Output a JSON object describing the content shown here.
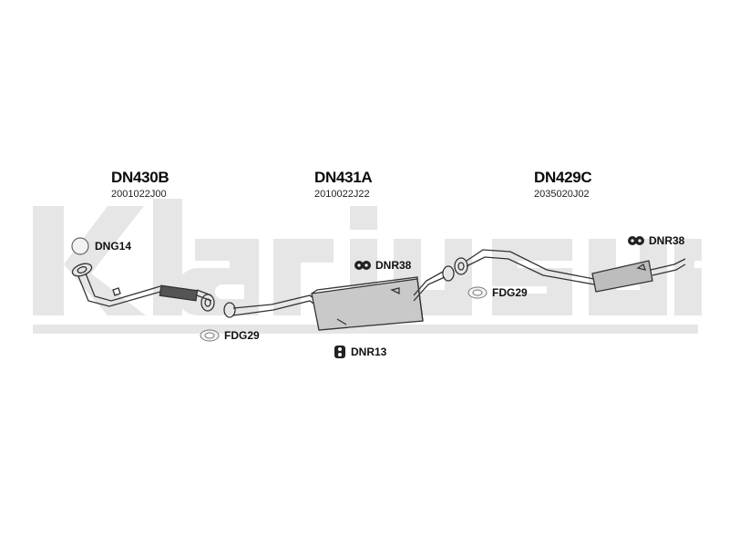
{
  "watermark": {
    "brand": "Klarius"
  },
  "parts": [
    {
      "code": "DN430B",
      "number": "2001022J00"
    },
    {
      "code": "DN431A",
      "number": "2010022J22"
    },
    {
      "code": "DN429C",
      "number": "2035020J02"
    }
  ],
  "accessories": {
    "dng14": {
      "label": "DNG14",
      "icon": "gasket-ring-icon"
    },
    "fdg29_a": {
      "label": "FDG29",
      "icon": "flange-gasket-icon"
    },
    "dnr38_a": {
      "label": "DNR38",
      "icon": "rubber-mount-icon"
    },
    "dnr13": {
      "label": "DNR13",
      "icon": "rubber-hanger-icon"
    },
    "fdg29_b": {
      "label": "FDG29",
      "icon": "flange-gasket-icon"
    },
    "dnr38_b": {
      "label": "DNR38",
      "icon": "rubber-mount-icon"
    }
  }
}
